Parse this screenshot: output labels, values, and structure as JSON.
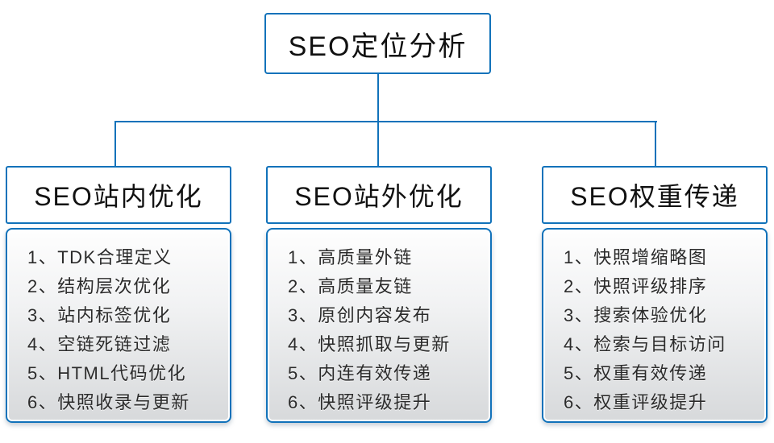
{
  "title_node": {
    "label": "SEO定位分析"
  },
  "colors": {
    "line": "#1172BA",
    "title_text": "#111111",
    "item_text": "#2b2b2b",
    "list_fill_top": "#fefefe",
    "list_fill_bottom": "#d7d9db"
  },
  "branches": [
    {
      "title": "SEO站内优化",
      "items": [
        "1、TDK合理定义",
        "2、结构层次优化",
        "3、站内标签优化",
        "4、空链死链过滤",
        "5、HTML代码优化",
        "6、快照收录与更新"
      ]
    },
    {
      "title": "SEO站外优化",
      "items": [
        "1、高质量外链",
        "2、高质量友链",
        "3、原创内容发布",
        "4、快照抓取与更新",
        "5、内连有效传递",
        "6、快照评级提升"
      ]
    },
    {
      "title": "SEO权重传递",
      "items": [
        "1、快照增缩略图",
        "2、快照评级排序",
        "3、搜索体验优化",
        "4、检索与目标访问",
        "5、权重有效传递",
        "6、权重评级提升"
      ]
    }
  ]
}
